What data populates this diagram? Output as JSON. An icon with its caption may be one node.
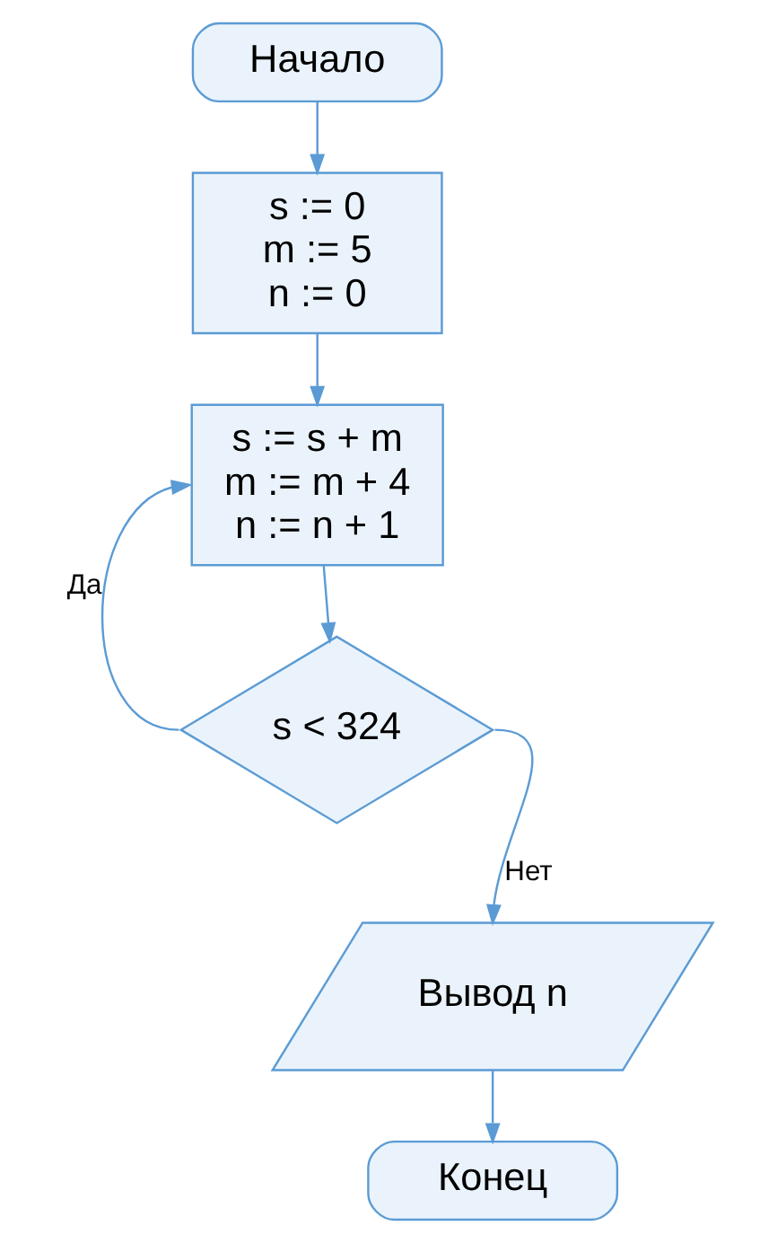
{
  "diagram": {
    "nodes": [
      {
        "text": [
          "Начало"
        ]
      },
      {
        "text": [
          "s := 0",
          "m := 5",
          "n := 0"
        ]
      },
      {
        "text": [
          "s := s + m",
          "m := m + 4",
          "n := n + 1"
        ]
      },
      {
        "text": [
          "s < 324"
        ]
      },
      {
        "text": [
          "Вывод n"
        ]
      },
      {
        "text": [
          "Конец"
        ]
      }
    ],
    "edges": [
      {
        "from": 0,
        "to": 1,
        "arrow": "to"
      },
      {
        "from": 1,
        "to": 2,
        "arrow": "to"
      },
      {
        "from": 2,
        "to": 3,
        "arrow": "to"
      },
      {
        "from": 3,
        "to": 2,
        "arrow": "to",
        "label": "Да"
      },
      {
        "from": 3,
        "to": 4,
        "arrow": "to",
        "label": "Нет"
      },
      {
        "from": 4,
        "to": 5,
        "arrow": "to"
      }
    ]
  }
}
